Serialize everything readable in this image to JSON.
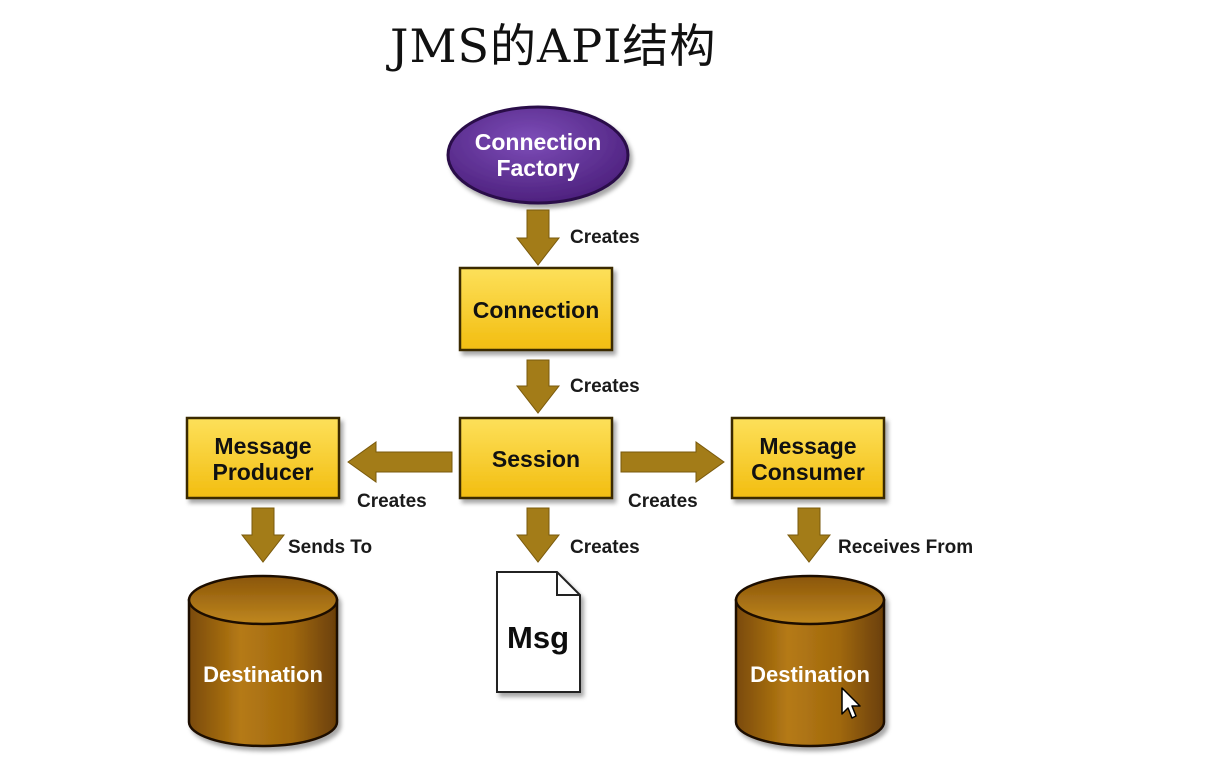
{
  "title": "JMS的API结构",
  "nodes": {
    "connection_factory": {
      "line1": "Connection",
      "line2": "Factory"
    },
    "connection": {
      "label": "Connection"
    },
    "session": {
      "label": "Session"
    },
    "message_producer": {
      "line1": "Message",
      "line2": "Producer"
    },
    "message_consumer": {
      "line1": "Message",
      "line2": "Consumer"
    },
    "destination_left": {
      "label": "Destination"
    },
    "destination_right": {
      "label": "Destination"
    },
    "message": {
      "label": "Msg"
    }
  },
  "edges": {
    "factory_to_connection": "Creates",
    "connection_to_session": "Creates",
    "session_to_producer": "Creates",
    "session_to_consumer": "Creates",
    "session_to_message": "Creates",
    "producer_to_destination": "Sends To",
    "consumer_from_destination": "Receives From"
  },
  "colors": {
    "box_fill": "#f7c71e",
    "oval_fill": "#5b2a8e",
    "arrow": "#a37c18",
    "cylinder": "#a06a10",
    "cylinder_dark": "#6a4205"
  }
}
